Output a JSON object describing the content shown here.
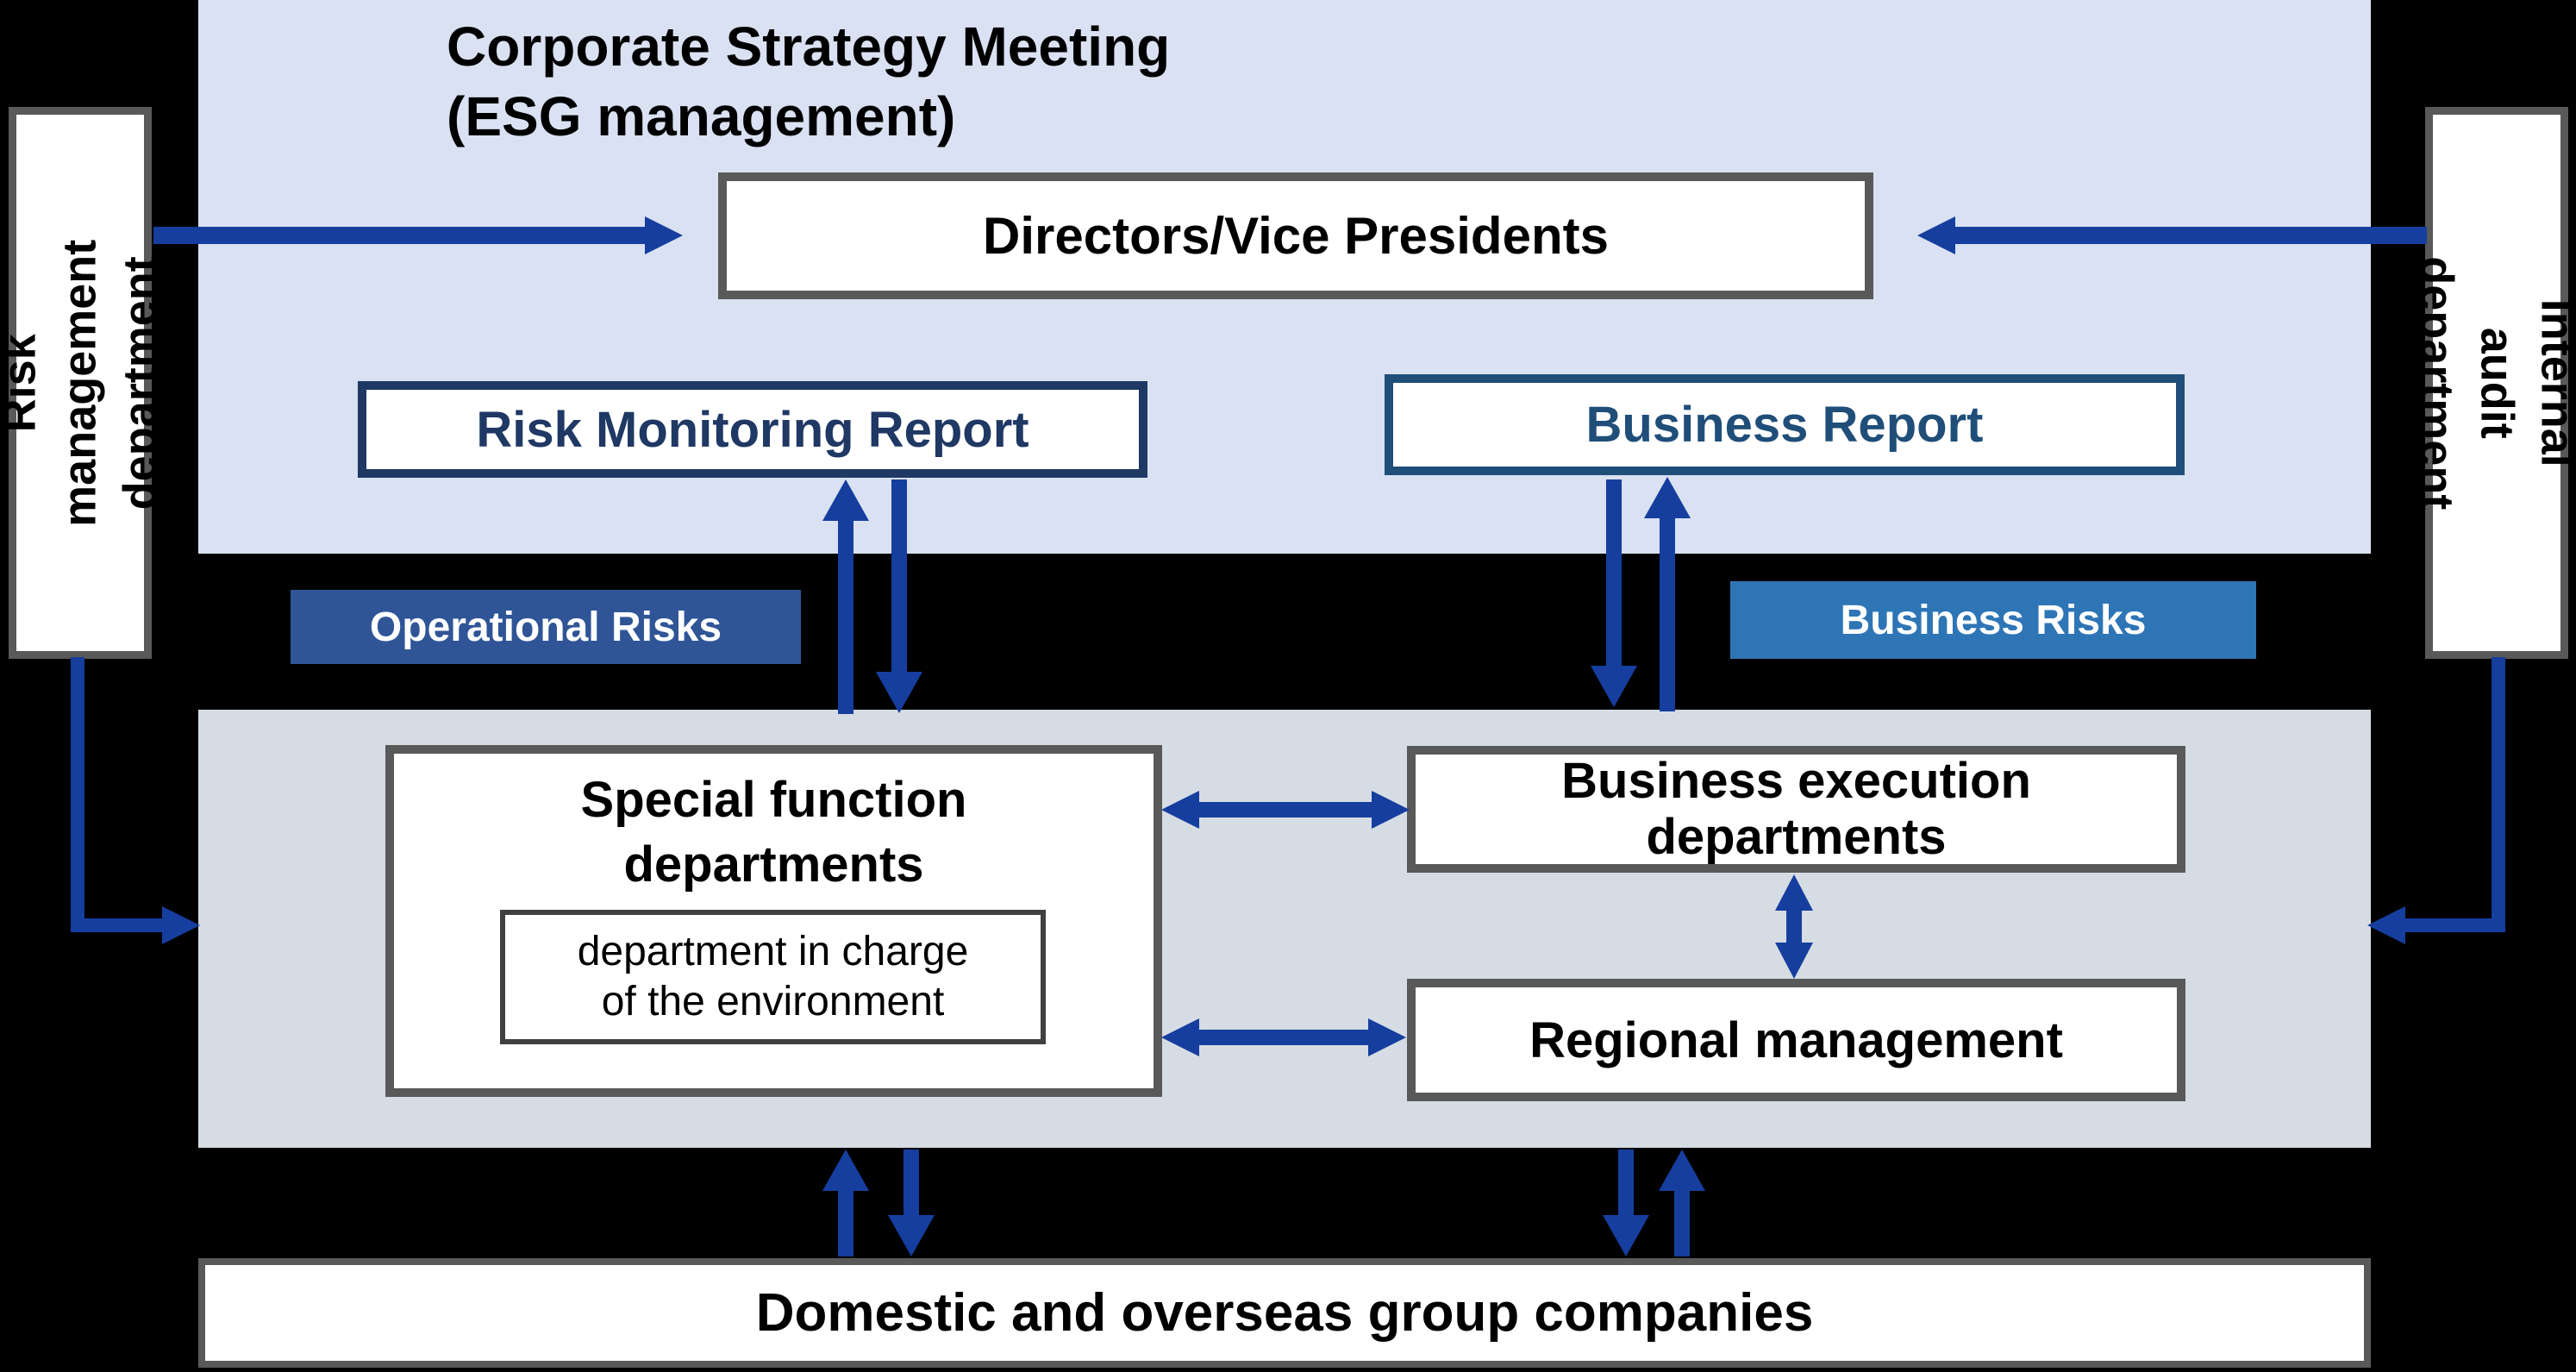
{
  "top_panel": {
    "title": "Corporate Strategy Meeting\n(ESG management)",
    "directors_box": "Directors/Vice Presidents",
    "risk_monitoring_report": "Risk Monitoring Report",
    "business_report": "Business Report"
  },
  "side_boxes": {
    "left": "Risk management\ndepartment",
    "right": "Internal audit\ndepartment"
  },
  "risk_labels": {
    "operational": "Operational Risks",
    "business": "Business Risks"
  },
  "middle_panel": {
    "special_function": "Special function\ndepartments",
    "environment": "department in charge\nof the environment",
    "business_execution": "Business execution\ndepartments",
    "regional_management": "Regional management"
  },
  "bottom_box": "Domestic and overseas group companies",
  "colors": {
    "background": "#000000",
    "top_panel_bg": "#d9e1f2",
    "middle_panel_bg": "#d6dce4",
    "box_border_gray": "#595959",
    "environment_border": "#404040",
    "arrow_blue": "#153e9e",
    "risk_monitoring_navy": "#1f3864",
    "business_report_blue": "#1f4e79",
    "operational_risks_bg": "#2f5597",
    "business_risks_bg": "#2e75b6"
  }
}
